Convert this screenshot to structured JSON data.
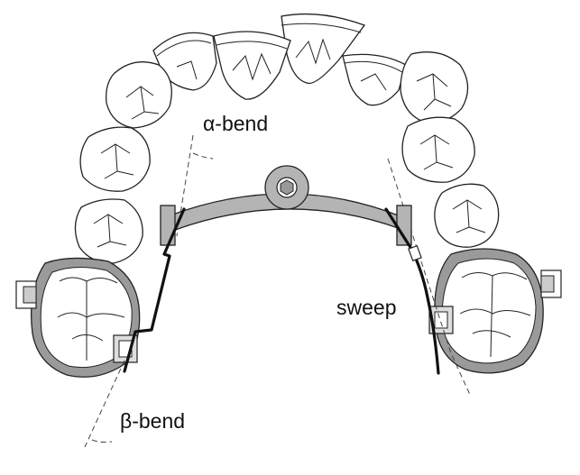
{
  "labels": {
    "alpha_bend": "α-bend",
    "beta_bend": "β-bend",
    "sweep": "sweep"
  },
  "colors": {
    "outline": "#222222",
    "appliance_gray": "#b4b4b4",
    "band_gray": "#9a9a9a",
    "background": "#ffffff"
  }
}
